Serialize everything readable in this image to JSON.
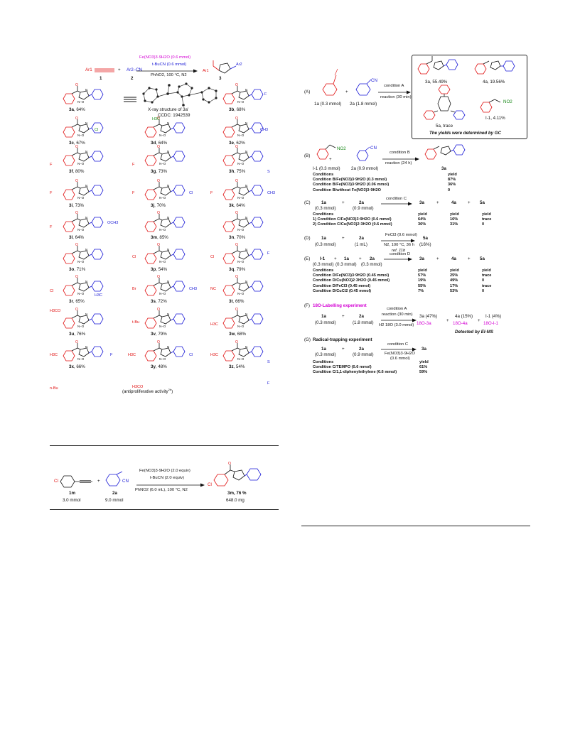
{
  "left": {
    "scheme": {
      "reagent1": "Ar1",
      "reagent2": "Ar2–CN",
      "label1": "1",
      "label2": "2",
      "label3": "3",
      "plus": "+",
      "cond_line1": "Fe(NO3)3·9H2O (0.6 mmol)",
      "cond_line2": "t-BuCN (0.6 mmol)",
      "cond_line3": "PhNO2, 100 °C, N2",
      "product_ar1": "Ar1",
      "product_ar2": "Ar2"
    },
    "xray_caption": "X-ray structure of 3a'",
    "ccdc": "CCDC: 1942539",
    "products": [
      {
        "id": "3a",
        "yield": "64%"
      },
      {
        "id": "3b",
        "yield": "68%"
      },
      {
        "id": "3c",
        "yield": "67%"
      },
      {
        "id": "3d",
        "yield": "64%"
      },
      {
        "id": "3e",
        "yield": "62%"
      },
      {
        "id": "3f",
        "yield": "80%"
      },
      {
        "id": "3g",
        "yield": "73%"
      },
      {
        "id": "3h",
        "yield": "75%"
      },
      {
        "id": "3i",
        "yield": "73%"
      },
      {
        "id": "3j",
        "yield": "70%"
      },
      {
        "id": "3k",
        "yield": "64%"
      },
      {
        "id": "3l",
        "yield": "64%"
      },
      {
        "id": "3m",
        "yield": "85%"
      },
      {
        "id": "3n",
        "yield": "70%"
      },
      {
        "id": "3o",
        "yield": "71%"
      },
      {
        "id": "3p",
        "yield": "54%"
      },
      {
        "id": "3q",
        "yield": "79%"
      },
      {
        "id": "3r",
        "yield": "65%"
      },
      {
        "id": "3s",
        "yield": "72%"
      },
      {
        "id": "3t",
        "yield": "66%"
      },
      {
        "id": "3u",
        "yield": "76%"
      },
      {
        "id": "3v",
        "yield": "79%"
      },
      {
        "id": "3w",
        "yield": "68%"
      },
      {
        "id": "3x",
        "yield": "66%"
      },
      {
        "id": "3y",
        "yield": "48%"
      },
      {
        "id": "3z",
        "yield": "54%"
      }
    ],
    "substituents": {
      "3b": "F",
      "3c": "Cl",
      "3d": "H3C",
      "3e": "CH3",
      "3f": "F",
      "3g": "F",
      "3i": "F",
      "3j": "F",
      "3j2": "Cl",
      "3k": "F",
      "3k2": "CH3",
      "3l": "F",
      "3l2": "OCH3",
      "3m": "Cl",
      "3n": "Cl",
      "3n2": "F",
      "3o": "Cl",
      "3o2": "H3C",
      "3p": "Br",
      "3p2": "CH3",
      "3q": "NC",
      "3r": "H3CO",
      "3s": "t-Bu",
      "3t": "H3C",
      "3u": "H3C",
      "3u2": "F",
      "3v": "H3C",
      "3v2": "Cl",
      "3w": "H3C",
      "3x": "n-Bu",
      "3y": "H3CO",
      "3z2": "F",
      "3h2": "S",
      "3w2": "S"
    },
    "antiproliferative": "(antiproliferative activity",
    "antiproliferative_ref": "2b",
    "gram": {
      "sm_id": "1m",
      "sm_amount": "3.0 mmol",
      "nitrile_id": "2a",
      "nitrile_amount": "9.0 mmol",
      "cond1": "Fe(NO3)3·9H2O (2.0 equiv)",
      "cond2": "t-BuCN (2.0 equiv)",
      "cond3": "PhNO2 (6.0 mL), 100 °C, N2",
      "product": "3m, 76 %",
      "product_mass": "648.0 mg",
      "cl": "Cl"
    }
  },
  "right": {
    "A": {
      "tag": "(A)",
      "r1": "1a (0.3 mmol)",
      "r2": "2a (1.8 mmol)",
      "cond": "condition A",
      "time": "reaction (30 min)",
      "p1": "3a, 55.49%",
      "p2": "4a, 19.56%",
      "p3": "5a, trace",
      "p4": "I-1, 4.11%",
      "note": "The yields were determined by GC",
      "no2": "NO2"
    },
    "B": {
      "tag": "(B)",
      "r1": "I-1 (0.3 mmol)",
      "r2": "2a (0.9 mmol)",
      "no2": "NO2",
      "cond": "condition B",
      "time": "reaction (24 h)",
      "product": "3a",
      "header": [
        "Conditions",
        "yield"
      ],
      "rows": [
        [
          "Condition B/Fe(NO3)3·9H2O (0.3 mmol)",
          "87%"
        ],
        [
          "Condition B/Fe(NO3)3·9H2O (0.06 mmol)",
          "36%"
        ],
        [
          "Condition B/without Fe(NO3)3·9H2O",
          "0"
        ]
      ]
    },
    "C": {
      "tag": "(C)",
      "r1": "1a",
      "r1amt": "(0.3 mmol)",
      "r2": "2a",
      "r2amt": "(0.9 mmol)",
      "cond": "condition C",
      "p": [
        "3a",
        "4a",
        "5a"
      ],
      "header": [
        "Conditions",
        "yield",
        "yield",
        "yield"
      ],
      "rows": [
        [
          "1) Condition C/Fe(NO3)3·9H2O (0.6 mmol)",
          "64%",
          "16%",
          "trace"
        ],
        [
          "2) Condition C/Cu(NO3)2·3H2O (0.6 mmol)",
          "36%",
          "31%",
          "0"
        ]
      ]
    },
    "D": {
      "tag": "(D)",
      "r1": "1a",
      "r1amt": "(0.3 mmol)",
      "r2": "2a",
      "r2amt": "(1 mL)",
      "cond1": "FeCl3 (0.6 mmol)",
      "cond2": "N2, 100 °C, 36 h",
      "ref": "ref. 11b",
      "p": "5a",
      "pyield": "(16%)"
    },
    "E": {
      "tag": "(E)",
      "r": [
        "I-1",
        "1a",
        "2a"
      ],
      "ramt": [
        "(0.3 mmol)",
        "(0.3 mmol)",
        "(0.3 mmol)"
      ],
      "cond": "condition D",
      "p": [
        "3a",
        "4a",
        "5a"
      ],
      "header": [
        "Conditions",
        "yield",
        "yield",
        "yield"
      ],
      "rows": [
        [
          "Condition D/Fe(NO3)3·9H2O (0.45 mmol)",
          "57%",
          "25%",
          "trace"
        ],
        [
          "Condition D/Cu(NO3)2·3H2O (0.45 mmol)",
          "19%",
          "49%",
          "0"
        ],
        [
          "Condition D/FeCl3 (0.45 mmol)",
          "55%",
          "17%",
          "trace"
        ],
        [
          "Condition D/CuCl2 (0.45 mmol)",
          "7%",
          "53%",
          "0"
        ]
      ]
    },
    "F": {
      "tag": "(F)",
      "title": "18O-Labelling experiment",
      "r1": "1a",
      "r1amt": "(0.3 mmol)",
      "r2": "2a",
      "r2amt": "(1.8 mmol)",
      "cond": "condition A",
      "cond2": "reaction (30 min)",
      "reagent": "H2 18O (3.0 mmol)",
      "p": [
        "3a (47%)",
        "4a (15%)",
        "I-1 (4%)"
      ],
      "lab": [
        "18O-3a",
        "18O-4a",
        "18O-I-1"
      ],
      "detect": "Detected by EI-MS"
    },
    "G": {
      "tag": "(G)",
      "title": "Radical-trapping experiment",
      "r1": "1a",
      "r1amt": "(0.3 mmol)",
      "r2": "2a",
      "r2amt": "(0.9 mmol)",
      "cond": "condition C",
      "cond2": "Fe(NO3)3·9H2O",
      "cond3": "(0.6 mmol)",
      "p": "3a",
      "header": [
        "Conditions",
        "yield"
      ],
      "rows": [
        [
          "Condition C/TEMPO (0.6 mmol)",
          "61%"
        ],
        [
          "Condition C/1,1-diphenylethylene (0.6 mmol)",
          "59%"
        ]
      ]
    }
  },
  "colors": {
    "red": "#e01010",
    "blue": "#1a1ad6",
    "magenta": "#d400d4",
    "green": "#1a8a1a"
  }
}
